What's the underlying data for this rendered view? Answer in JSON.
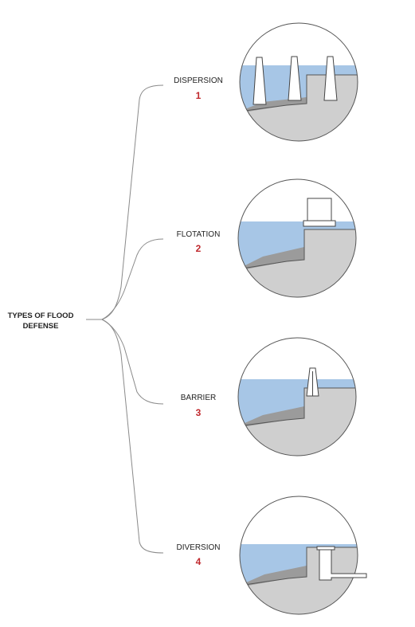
{
  "root": {
    "line1": "TYPES OF FLOOD",
    "line2": "DEFENSE"
  },
  "branches": [
    {
      "label": "DISPERSION",
      "number": "1"
    },
    {
      "label": "FLOTATION",
      "number": "2"
    },
    {
      "label": "BARRIER",
      "number": "3"
    },
    {
      "label": "DIVERSION",
      "number": "4"
    }
  ],
  "colors": {
    "water": "#a7c6e6",
    "ground": "#cfcfcf",
    "bank": "#9b9b9b",
    "outline": "#555555",
    "connector": "#8a8a8a",
    "number": "#c0282d"
  }
}
